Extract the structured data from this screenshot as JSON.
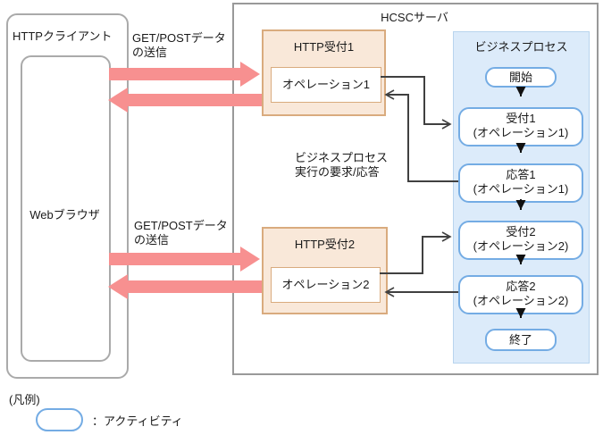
{
  "colors": {
    "arrow_pink": "#f79090",
    "reception_fill": "#f9e8d9",
    "reception_border": "#d9ab7e",
    "process_panel_fill": "#dcebfa",
    "activity_border": "#74ace4",
    "outer_border_gray": "#aaaaaa",
    "connector_line": "#404040"
  },
  "client": {
    "title": "HTTPクライアント",
    "browser_label": "Webブラウザ"
  },
  "server": {
    "title": "HCSCサーバ",
    "reception1": {
      "title": "HTTP受付1",
      "operation": "オペレーション1"
    },
    "reception2": {
      "title": "HTTP受付2",
      "operation": "オペレーション2"
    },
    "process": {
      "title": "ビジネスプロセス",
      "activities": [
        {
          "label": "開始"
        },
        {
          "label": "受付1\n(オペレーション1)"
        },
        {
          "label": "応答1\n(オペレーション1)"
        },
        {
          "label": "受付2\n(オペレーション2)"
        },
        {
          "label": "応答2\n(オペレーション2)"
        },
        {
          "label": "終了"
        }
      ]
    }
  },
  "labels": {
    "get_post_1": "GET/POSTデータ\nの送信",
    "get_post_2": "GET/POSTデータ\nの送信",
    "bp_request_response": "ビジネスプロセス\n実行の要求/応答"
  },
  "legend": {
    "title": "(凡例)",
    "activity_label": "：アクティビティ"
  }
}
